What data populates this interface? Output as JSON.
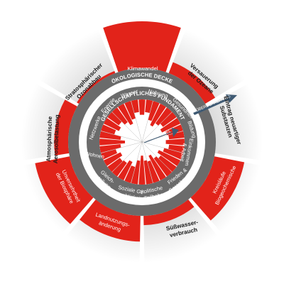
{
  "titles": {
    "ecological_ceiling": "ÖKOLOGISCHE DECKE",
    "social_foundation": "GESELLSCHAFTLICHES FUNDAMENT",
    "shortfall": "MANGEL",
    "overshoot": "ÜBERSCHREITUNG"
  },
  "boundaries": {
    "climate": "Klimawandel",
    "ocean_l1": "Versauerung",
    "ocean_l2": "der Ozeane",
    "novel_l1": "Eintrag neuartiger",
    "novel_l2": "Substanzen",
    "nitrogen_l1": "Biogeochemische",
    "nitrogen_l2": "Kreisläufe",
    "freshwater_l1": "Süßwasser-",
    "freshwater_l2": "verbrauch",
    "land_l1": "Landnutzungs-",
    "land_l2": "änderung",
    "biodiversity_l1": "Unversehrtheit",
    "biodiversity_l2": "der Biosphäre",
    "aerosol_l1": "Atmosphärische",
    "aerosol_l2": "Aerosolbelastung",
    "ozone_l1": "Stratosphärischer",
    "ozone_l2": "Ozonabbau"
  },
  "foundation": {
    "energy": "Energie",
    "water": "Wasser",
    "food": "Nahrung",
    "health": "Gesundheit",
    "education_l1": "Bildung",
    "income_l1": "Einkommen",
    "income_l2": "& Arbeit",
    "peace_l1": "Frieden &",
    "peace_l2": "Gerechtigkeit",
    "political_l1": "Politische",
    "political_l2": "Teilhabe",
    "social_l1": "Soziale Ge-",
    "social_l2": "rechtigkeit",
    "gender_l1": "Gleich-",
    "gender_l2": "stellung",
    "housing": "Wohnen",
    "networks": "Netzwerke"
  },
  "colors": {
    "red": "#e2231a",
    "dark_ring": "#6b6b6b",
    "light_ring": "#ffffff",
    "arrow": "#3f5a73",
    "fade_gray": "#d9d9d9"
  },
  "levels": {
    "overshoot_fraction": [
      1.0,
      0.25,
      0.0,
      0.65,
      0.2,
      0.55,
      0.75,
      0.3,
      0.05
    ],
    "shortfall_fraction": [
      0.45,
      0.7,
      0.6,
      0.55,
      0.7,
      0.8,
      0.85,
      0.6,
      0.55,
      0.75,
      0.5,
      0.65
    ]
  }
}
